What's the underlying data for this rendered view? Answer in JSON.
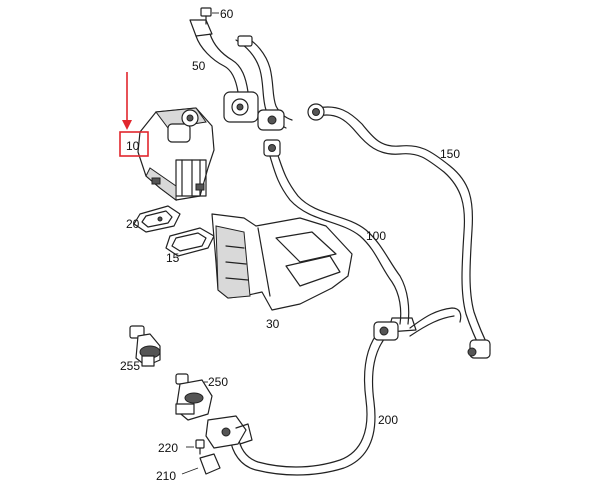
{
  "labels": {
    "p10": "10",
    "p15": "15",
    "p20": "20",
    "p30": "30",
    "p50": "50",
    "p60": "60",
    "p100": "100",
    "p150": "150",
    "p200": "200",
    "p210": "210",
    "p220": "220",
    "p250": "250",
    "p255": "255"
  },
  "colors": {
    "highlight": "#e1262d",
    "line": "#222222",
    "shade": "#d9d9d9"
  }
}
